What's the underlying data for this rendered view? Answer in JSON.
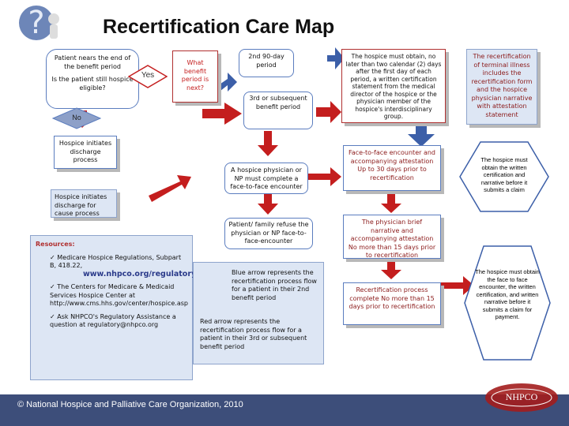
{
  "title": "Recertification Care Map",
  "nodes": {
    "patient_nears_end": "Patient nears the end of the benefit period",
    "still_eligible": "Is the patient still hospice eligible?",
    "yes": "Yes",
    "no": "No",
    "what_benefit": "What benefit period is next?",
    "second_period": "2nd 90-day period",
    "third_period": "3rd or subsequent benefit period",
    "hospice_must_obtain_cert": "The hospice must obtain, no later than two calendar (2) days after the first day of each period, a written certification statement from the medical director of the hospice or the physician member of the hospice's interdisciplinary group.",
    "recert_terminal": "The recertification of terminal illness includes the recertification form and the hospice physician narrative with attestation statement",
    "hospice_initiates_discharge": "Hospice initiates discharge process",
    "hospice_initiates_cause": "Hospice initiates discharge for cause process",
    "physician_complete_f2f": "A hospice physician or NP must complete a face-to-face encounter",
    "f2f_attestation": "Face-to-face encounter and accompanying attestation Up to 30 days prior to recertification",
    "hospice_must_obtain_written": "The hospice must obtain the written certification and narrative before it submits a claim",
    "patient_refuse": "Patient/ family refuse the physician or NP face-to-face-encounter",
    "physician_brief": "The physician brief narrative and accompanying attestation No more than 15 days prior to recertification",
    "recert_complete": "Recertification process complete No more than 15 days prior to recertification",
    "hospice_must_obtain_f2f": "The hospice must obtain the face to face encounter, the written certification, and written narrative before it submits a claim for payment."
  },
  "resources": {
    "heading": "Resources:",
    "items": [
      "Medicare Hospice Regulations, Subpart B, 418.22,",
      "The Centers for Medicare & Medicaid Services Hospice Center at http://www.cms.hhs.gov/center/hospice.asp",
      "Ask NHPCO's Regulatory Assistance a question at regulatory@nhpco.org"
    ],
    "link": "www.nhpco.org/regulatory"
  },
  "legend": {
    "blue": "Blue arrow represents the recertification process flow for a patient in their 2nd benefit period",
    "red": "Red arrow represents the recertification process flow for a patient in their 3rd or subsequent benefit period"
  },
  "footer": "© National Hospice and Palliative Care Organization, 2010",
  "logo_text": "NHPCO",
  "colors": {
    "red_arrow": "#c41e1e",
    "blue_arrow": "#3c5fa8",
    "footer": "#3d4e7a",
    "resources_bg": "#dde6f4"
  }
}
